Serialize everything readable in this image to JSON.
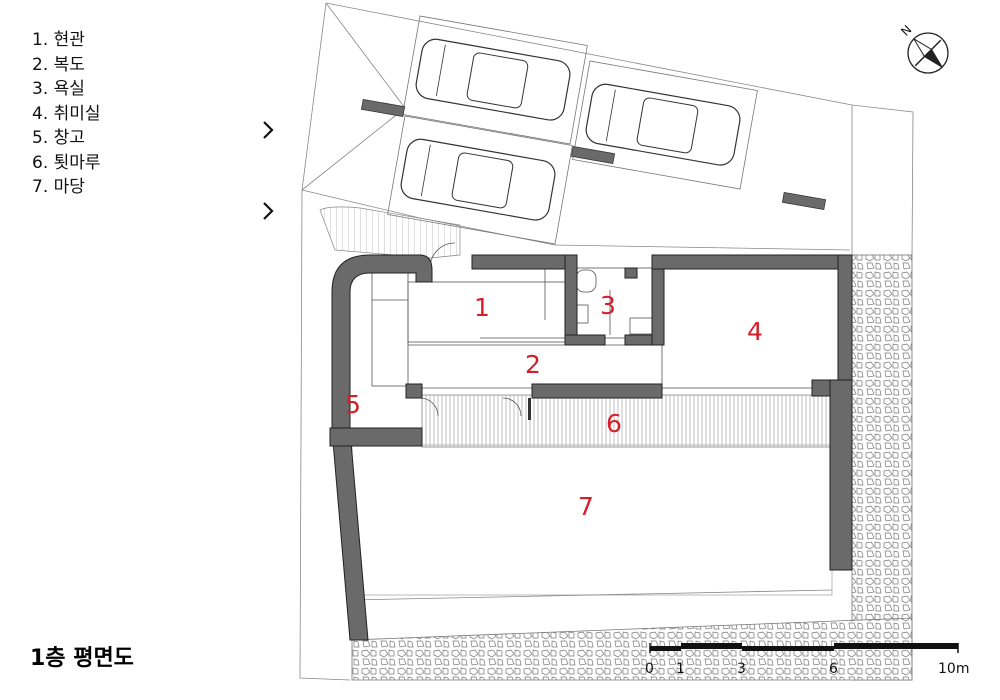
{
  "legend": [
    {
      "label": "1. 현관"
    },
    {
      "label": "2. 복도"
    },
    {
      "label": "3. 욕실"
    },
    {
      "label": "4. 취미실"
    },
    {
      "label": "5. 창고"
    },
    {
      "label": "6. 툇마루"
    },
    {
      "label": "7. 마당"
    }
  ],
  "plan_title": "1층 평면도",
  "rooms": {
    "r1": "1",
    "r2": "2",
    "r3": "3",
    "r4": "4",
    "r5": "5",
    "r6": "6",
    "r7": "7"
  },
  "compass": {
    "north_label": "N"
  },
  "scale": {
    "t0": "0",
    "t1": "1",
    "t3": "3",
    "t6": "6",
    "t10": "10m"
  },
  "colors": {
    "wall": "#6a6a6a",
    "room_number": "#d41f2a",
    "line": "#555555"
  }
}
